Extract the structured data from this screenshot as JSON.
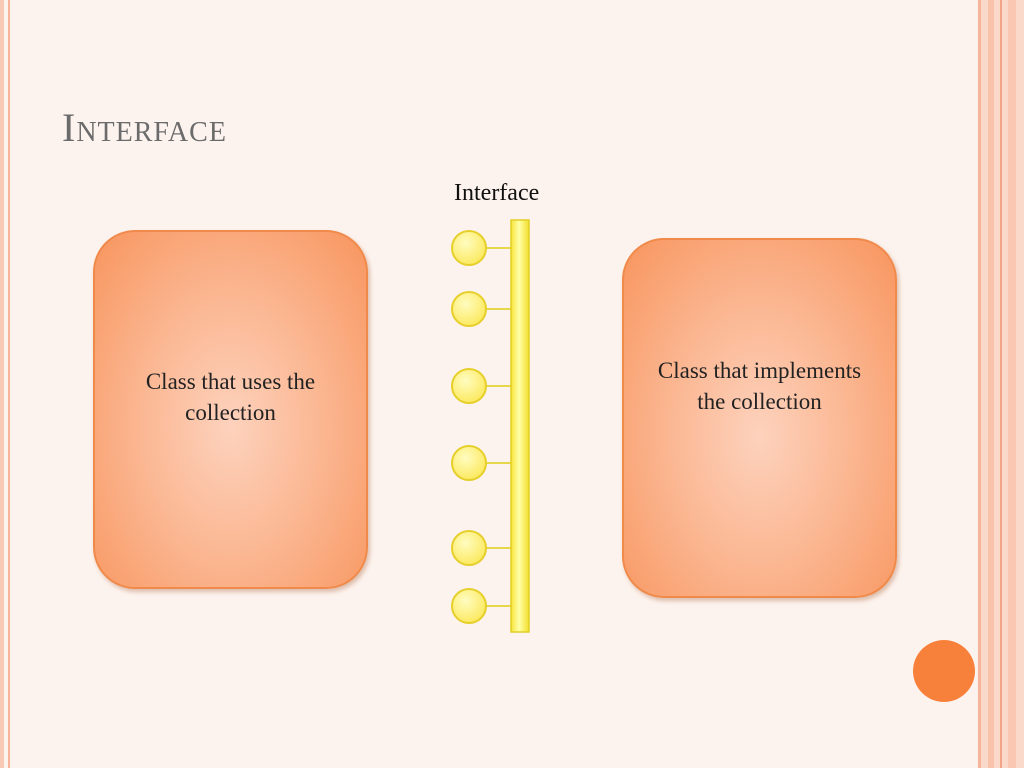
{
  "slide": {
    "title": "Interface"
  },
  "diagram": {
    "interface_label": "Interface",
    "left_class_label": "Class that uses the collection",
    "right_class_label": "Class that implements the collection",
    "interface_connector_count": 6,
    "colors": {
      "class_box_fill": "#fbb894",
      "class_box_border": "#f08a4b",
      "interface_bar": "#ffff66",
      "interface_connector": "#ffef6e",
      "accent_circle": "#f7813a",
      "title_text": "#6b6b6b"
    }
  }
}
